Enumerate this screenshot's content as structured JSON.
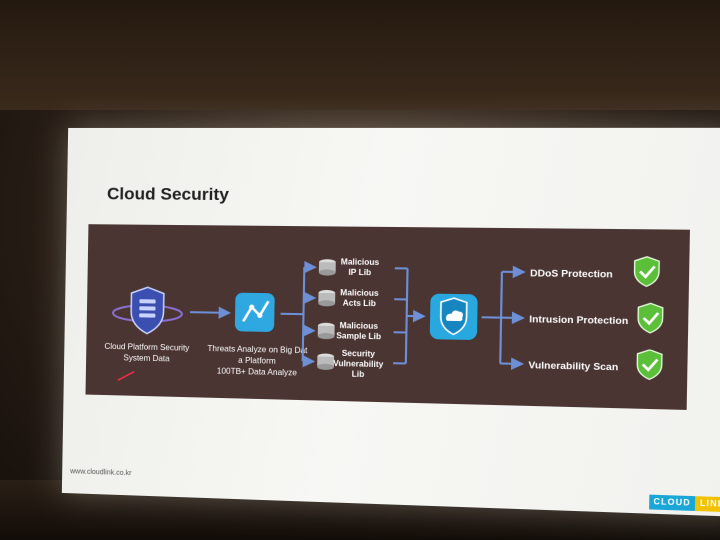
{
  "slide": {
    "title": "Cloud Security",
    "footer_url": "www.cloudlink.co.kr",
    "logo": {
      "part1": "CLOUD",
      "part2": "LINK"
    }
  },
  "diagram": {
    "source": {
      "line1": "Cloud Platform Security",
      "line2": "System Data",
      "icon": "shield-database-icon"
    },
    "analyzer": {
      "line1": "Threats Analyze on Big Dat",
      "line2": "a Platform",
      "line3": "100TB+ Data Analyze",
      "icon": "analytics-chart-icon"
    },
    "libraries": [
      {
        "line1": "Malicious",
        "line2": "IP Lib",
        "line3": ""
      },
      {
        "line1": "Malicious",
        "line2": "Acts Lib",
        "line3": ""
      },
      {
        "line1": "Malicious",
        "line2": "Sample Lib",
        "line3": ""
      },
      {
        "line1": "Security",
        "line2": "Vulnerability",
        "line3": "Lib"
      }
    ],
    "hub": {
      "icon": "cloud-shield-icon"
    },
    "outputs": [
      {
        "label": "DDoS Protection",
        "icon": "check-shield-icon"
      },
      {
        "label": "Intrusion Protection",
        "icon": "check-shield-icon"
      },
      {
        "label": "Vulnerability Scan",
        "icon": "check-shield-icon"
      }
    ],
    "colors": {
      "panel": "#4a3532",
      "arrow": "#6d8fd6",
      "hub": "#29a8e0",
      "check": "#5cbf3a"
    }
  }
}
